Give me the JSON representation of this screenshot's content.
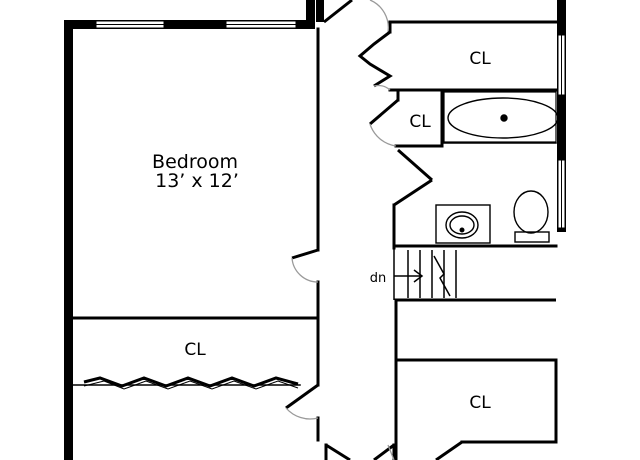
{
  "rooms": {
    "bedroom": {
      "name": "Bedroom",
      "dimensions": "13’ x 12’"
    }
  },
  "closets": {
    "cl_top_right": "CL",
    "cl_small": "CL",
    "cl_bedroom": "CL",
    "cl_bottom_right": "CL"
  },
  "stairs": {
    "label": "dn"
  },
  "colors": {
    "wall": "#000000",
    "background": "#ffffff",
    "door_arc": "#9a9a9a"
  }
}
